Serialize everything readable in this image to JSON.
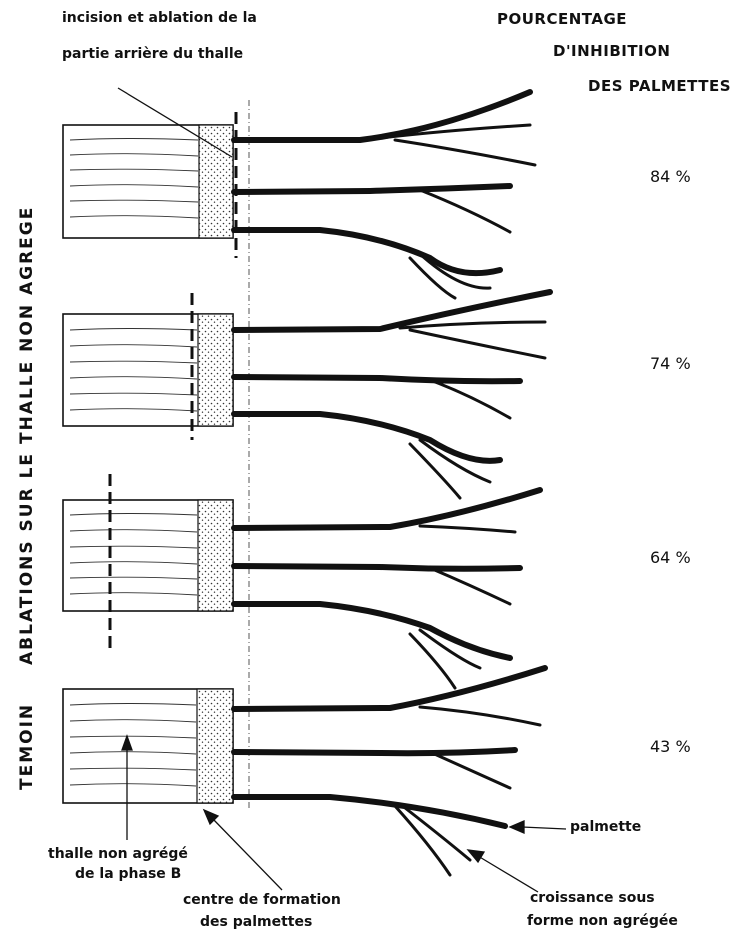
{
  "top_label": {
    "line1": "incision et ablation de la",
    "line2": "partie arrière du thalle"
  },
  "header": {
    "line1": "POURCENTAGE",
    "line2": "D'INHIBITION",
    "line3": "DES PALMETTES"
  },
  "side_labels": {
    "ablations": "ABLATIONS  SUR  LE  THALLE  NON  AGREGE",
    "temoin": "TEMOIN"
  },
  "percentages": [
    "84 %",
    "74 %",
    "64 %",
    "43 %"
  ],
  "bottom_labels": {
    "thalle_line1": "thalle non agrégé",
    "thalle_line2": "de la phase B",
    "centre_line1": "centre de formation",
    "centre_line2": "des palmettes",
    "palmette": "palmette",
    "croissance_line1": "croissance sous",
    "croissance_line2": "forme non agrégée"
  }
}
